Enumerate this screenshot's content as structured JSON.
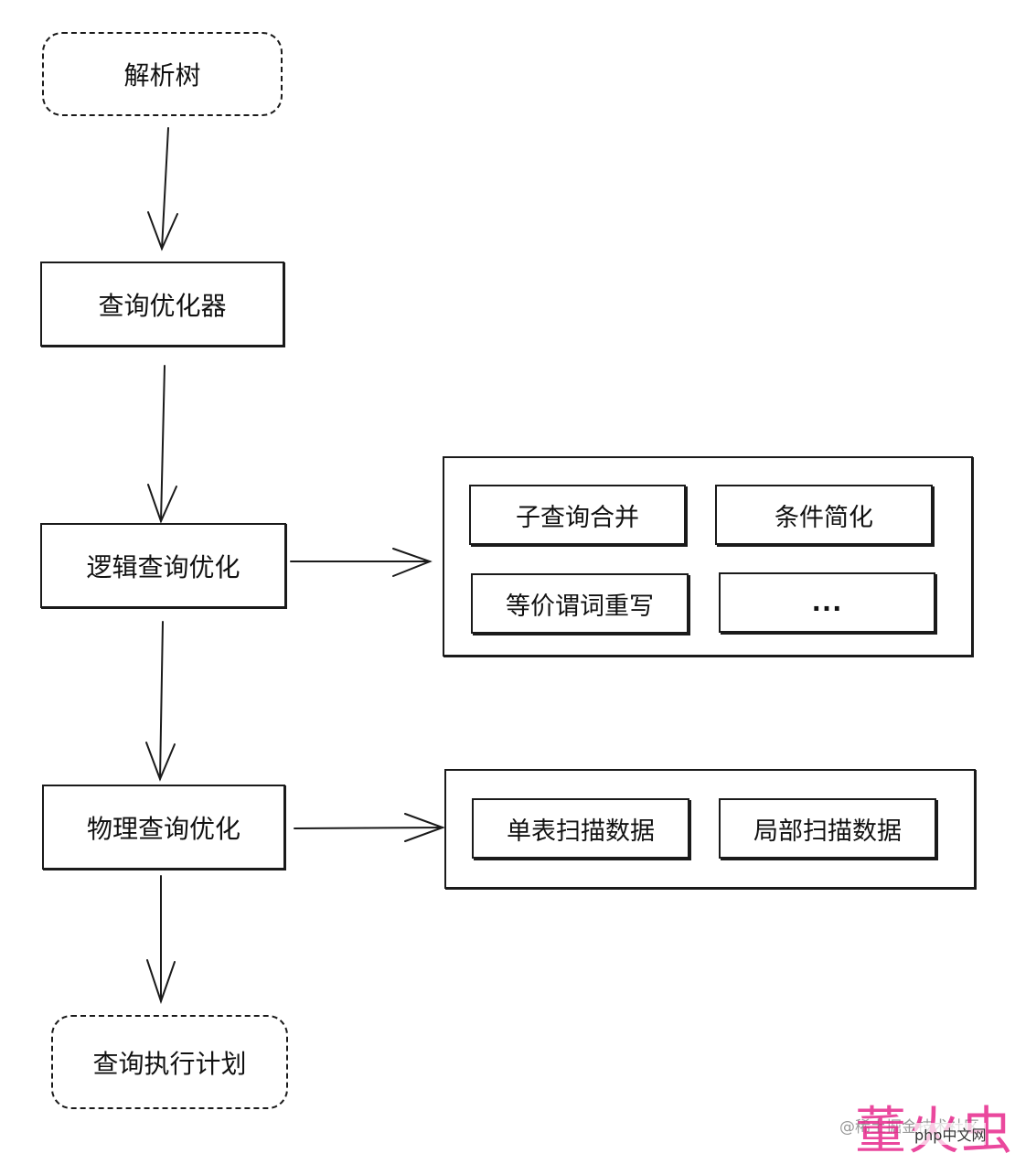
{
  "diagram": {
    "parse_tree": "解析树",
    "optimizer": "查询优化器",
    "logical": "逻辑查询优化",
    "physical": "物理查询优化",
    "plan": "查询执行计划",
    "logical_items": [
      "子查询合并",
      "条件简化",
      "等价谓词重写",
      "..."
    ],
    "physical_items": [
      "单表扫描数据",
      "局部扫描数据"
    ]
  },
  "watermark": {
    "source": "@稀土掘金技术社区",
    "big": "董火虫",
    "site": "php中文网"
  }
}
